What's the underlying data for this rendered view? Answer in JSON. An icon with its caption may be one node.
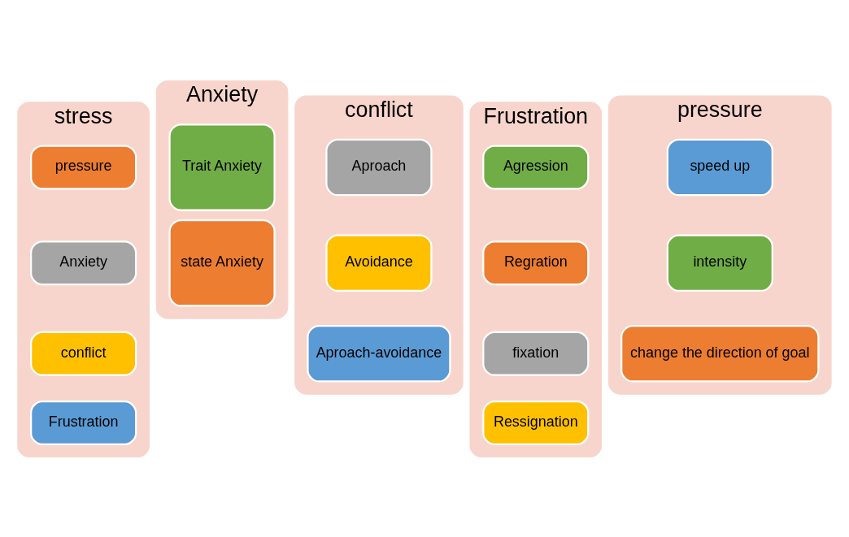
{
  "diagram": {
    "nodes": [
      {
        "text": [
          "stress"
        ]
      },
      {
        "text": [
          "pressure"
        ],
        "in": 0
      },
      {
        "text": [
          "Anxiety"
        ],
        "in": 0
      },
      {
        "text": [
          "conflict"
        ],
        "in": 0
      },
      {
        "text": [
          "Frustration"
        ],
        "in": 0
      },
      {
        "text": [
          "Anxiety"
        ]
      },
      {
        "text": [
          "Trait Anxiety"
        ],
        "in": 5
      },
      {
        "text": [
          "state Anxiety"
        ],
        "in": 5
      },
      {
        "text": [
          "conflict"
        ]
      },
      {
        "text": [
          "Aproach"
        ],
        "in": 8
      },
      {
        "text": [
          "Avoidance"
        ],
        "in": 8
      },
      {
        "text": [
          "Aproach-avoidance"
        ],
        "in": 8
      },
      {
        "text": [
          "Frustration"
        ]
      },
      {
        "text": [
          "Agression"
        ],
        "in": 12
      },
      {
        "text": [
          "Regration"
        ],
        "in": 12
      },
      {
        "text": [
          "fixation"
        ],
        "in": 12
      },
      {
        "text": [
          "Ressignation"
        ],
        "in": 12
      },
      {
        "text": [
          "pressure"
        ]
      },
      {
        "text": [
          "speed up"
        ],
        "in": 17
      },
      {
        "text": [
          "intensity"
        ],
        "in": 17
      },
      {
        "text": [
          "change the direction of goal"
        ],
        "in": 17
      }
    ]
  }
}
